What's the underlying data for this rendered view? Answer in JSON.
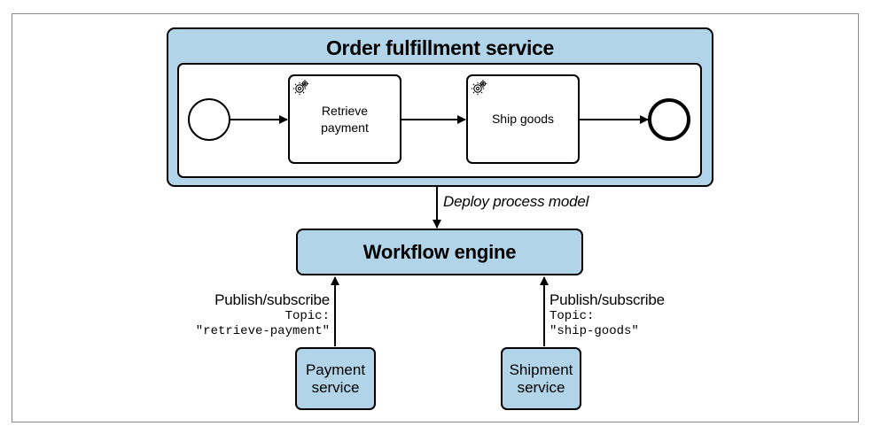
{
  "order_service": {
    "title": "Order fulfillment service",
    "tasks": [
      {
        "label": "Retrieve payment",
        "icon": "gear-icon"
      },
      {
        "label": "Ship goods",
        "icon": "gear-icon"
      }
    ]
  },
  "deploy_label": "Deploy process model",
  "workflow_engine": {
    "title": "Workflow engine"
  },
  "payment": {
    "service_label": "Payment service",
    "pubsub_label": "Publish/subscribe",
    "topic_label": "Topic:",
    "topic_value": "\"retrieve-payment\""
  },
  "shipment": {
    "service_label": "Shipment service",
    "pubsub_label": "Publish/subscribe",
    "topic_label": "Topic:",
    "topic_value": "\"ship-goods\""
  },
  "colors": {
    "box_fill": "#b2d4e8",
    "border": "#000000",
    "frame": "#8a8a8a"
  }
}
